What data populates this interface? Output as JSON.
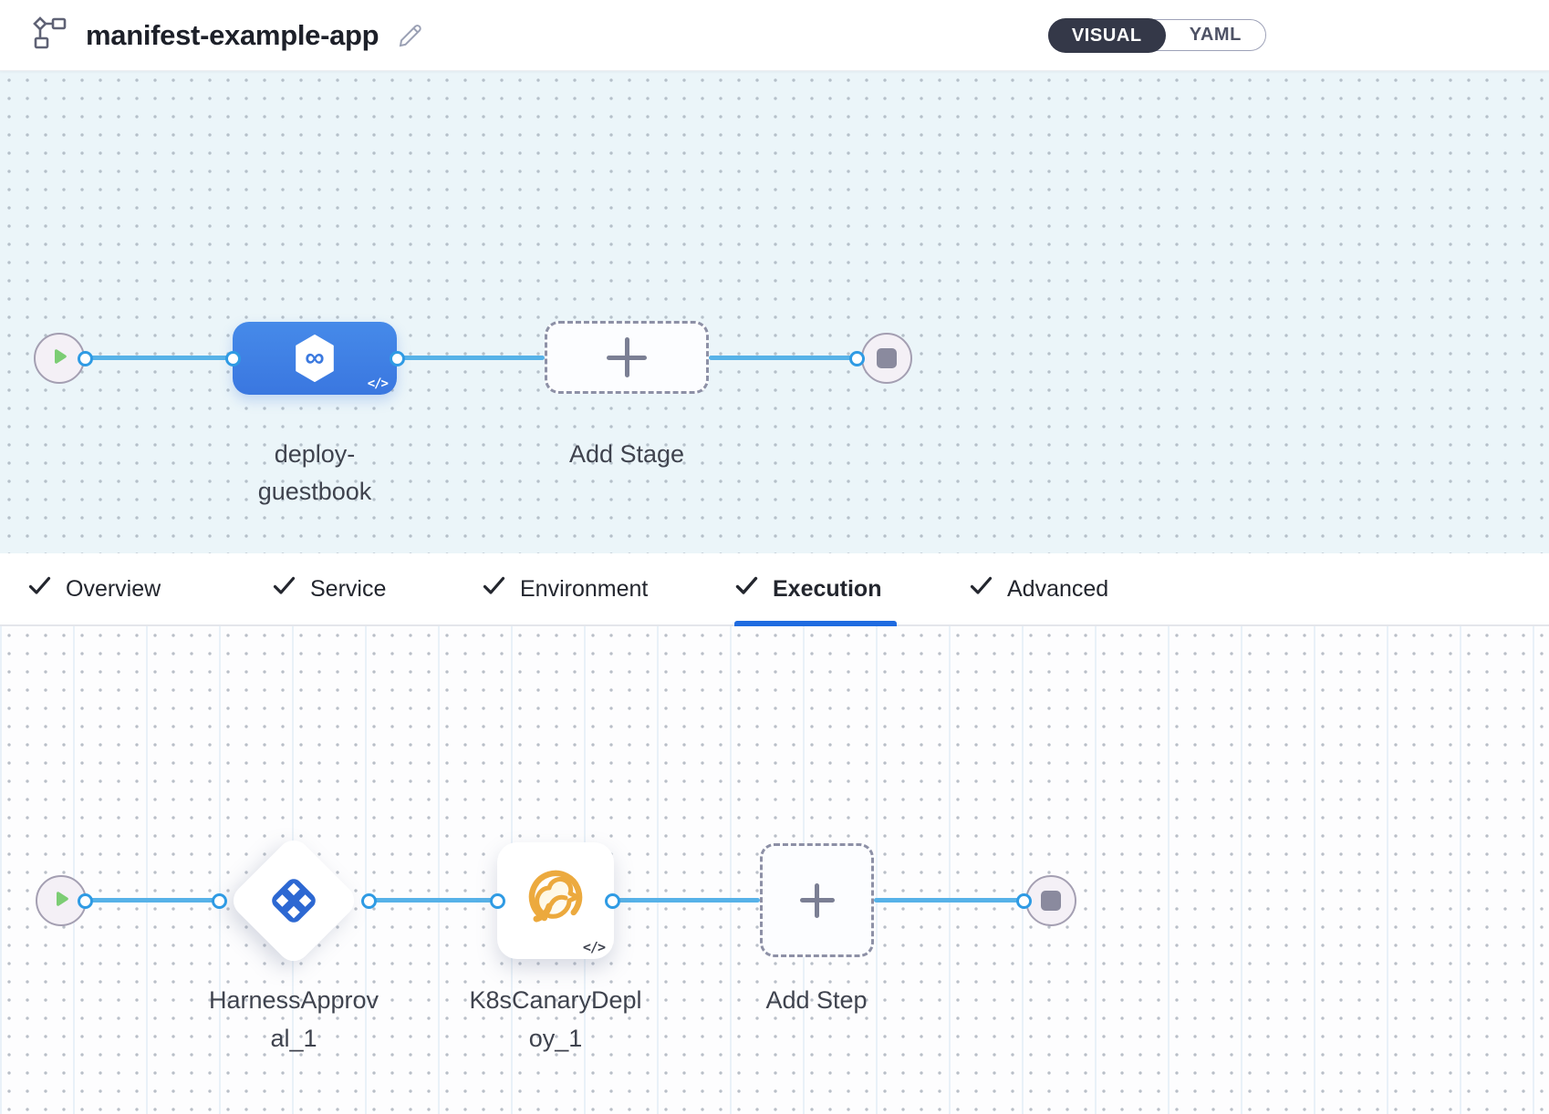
{
  "header": {
    "title": "manifest-example-app",
    "toggle": {
      "visual": "VISUAL",
      "yaml": "YAML",
      "active": "VISUAL"
    }
  },
  "tabs": [
    {
      "label": "Overview",
      "checked": true,
      "active": false
    },
    {
      "label": "Service",
      "checked": true,
      "active": false
    },
    {
      "label": "Environment",
      "checked": true,
      "active": false
    },
    {
      "label": "Execution",
      "checked": true,
      "active": true
    },
    {
      "label": "Advanced",
      "checked": true,
      "active": false
    }
  ],
  "stage_canvas": {
    "stage": {
      "name_line1": "deploy-",
      "name_line2": "guestbook",
      "icon": "cd-infinity-hexagon"
    },
    "add_stage_label": "Add Stage",
    "code_badge": "</>"
  },
  "execution_canvas": {
    "steps": [
      {
        "name_line1": "HarnessApprov",
        "name_line2": "al_1",
        "icon": "harness-approval-diamond"
      },
      {
        "name_line1": "K8sCanaryDepl",
        "name_line2": "oy_1",
        "icon": "canary-bird"
      }
    ],
    "add_step_label": "Add Step",
    "code_badge": "</>"
  },
  "icons": {
    "infinity": "∞"
  },
  "colors": {
    "connector_blue": "#57b2e8",
    "dot_ring_blue": "#2f9be4",
    "stage_node_blue": "#3e80e4",
    "approval_icon_blue": "#2d68d2",
    "canary_amber": "#ecaa3f",
    "play_green": "#7ccd74",
    "active_tab_underline": "#1f6be0",
    "toggle_dark": "#343848",
    "stage_canvas_bg": "#ebf5f9",
    "exec_canvas_bg": "#fdfdfe"
  }
}
